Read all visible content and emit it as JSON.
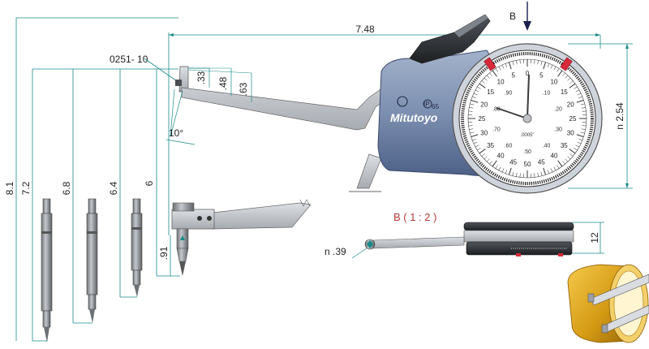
{
  "dimensions": {
    "overall_length": "7.48",
    "dial_height": "n 2.54",
    "tip_size_1": ".33",
    "tip_size_2": ".48",
    "tip_size_3": ".63",
    "tip_angle": "10°",
    "extension_1": "8.1",
    "extension_2": "7.2",
    "extension_3": "6.8",
    "extension_4": "6.4",
    "extension_5": "6",
    "lower_offset": ".91",
    "b_thickness": "12",
    "b_tip": "n .39"
  },
  "labels": {
    "part_number": "0251- 10",
    "view_arrow": "B",
    "view_title": "B ( 1 : 2 )",
    "brand": "Mitutoyo",
    "ip_rating": "IP",
    "ip_number": "65"
  },
  "dial": {
    "outer_scale": [
      "0",
      "5",
      "10",
      "15",
      "20",
      "25",
      "30",
      "35",
      "40",
      "45",
      "50",
      "45",
      "40",
      "35",
      "30",
      "25",
      "20",
      "15",
      "10",
      "5"
    ],
    "inner_scale": [
      ".90",
      ".80",
      ".70",
      ".60",
      ".50",
      ".40",
      ".30",
      ".20",
      ".10"
    ],
    "resolution": ".0005\""
  },
  "colors": {
    "body": "#7c8fb0",
    "body_dark": "#4a5d80",
    "steel": "#b9bec4",
    "dimension_line": "#1a8a8a",
    "dial_face": "#ffffff",
    "needle": "#3a3a3a",
    "marker": "#d8283a",
    "ring": "#d8a11a"
  }
}
